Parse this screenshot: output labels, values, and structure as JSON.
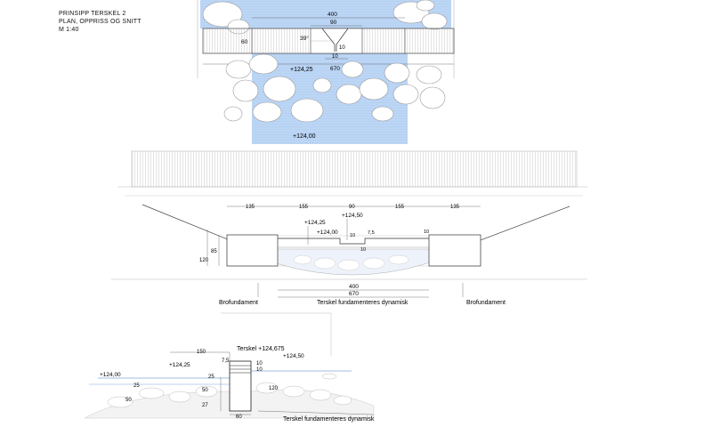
{
  "title_block": {
    "line1": "PRINSIPP  TERSKEL  2",
    "line2": "PLAN, OPPRISS OG SNITT",
    "line3": "M 1:40"
  },
  "plan": {
    "dim_400": "400",
    "dim_90": "90",
    "dim_60": "60",
    "angle": "39°",
    "dim_10a": "10",
    "dim_10b": "10",
    "dim_670": "670",
    "level_upper": "+124,25",
    "level_lower": "+124,00"
  },
  "elevation": {
    "dims_top": [
      "135",
      "155",
      "90",
      "155",
      "135"
    ],
    "level_124_25": "+124,25",
    "level_124_50": "+124,50",
    "level_124_00": "+124,00",
    "dim_85": "85",
    "dim_120": "120",
    "dim_10_left": "10",
    "dim_7_5": "7,5",
    "dim_10_right": "10",
    "dim_10_bottom": "10",
    "dim_400": "400",
    "dim_670": "670",
    "label_left": "Brofundament",
    "label_center": "Terskel fundamenteres dynamisk",
    "label_right": "Brofundament"
  },
  "section": {
    "terskel_label": "Terskel +124,675",
    "dim_150": "150",
    "dim_7_5": "7,5",
    "dim_10a": "10",
    "dim_10b": "10",
    "level_124_50": "+124,50",
    "level_124_25": "+124,25",
    "level_124_00": "+124,00",
    "dim_25a": "25",
    "dim_25b": "25",
    "dim_50a": "50",
    "dim_50b": "50",
    "dim_27": "27",
    "dim_120": "120",
    "dim_60": "60",
    "label_bottom": "Terskel fundamenteres dynamisk"
  },
  "colors": {
    "water": "#bcd6f5",
    "line": "#222222",
    "thin": "#888888",
    "stone": "#ffffff"
  }
}
